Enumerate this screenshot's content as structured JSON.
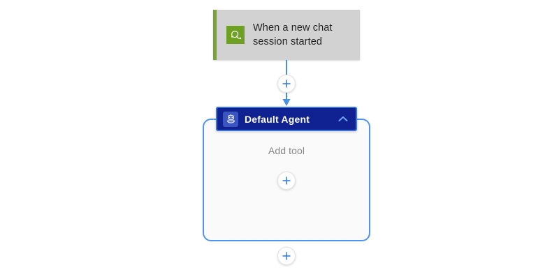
{
  "flow": {
    "trigger": {
      "icon": "chat-bubble-icon",
      "title_line1": "When a new chat",
      "title_line2": "session started",
      "accent_color": "#77a72a",
      "icon_bg": "#6ea022",
      "card_bg": "#d2d2d2",
      "text_color": "#242424"
    },
    "connector": {
      "line_color": "#4a90e2",
      "add_step_label": "+"
    },
    "agent": {
      "icon": "bot-icon",
      "title": "Default Agent",
      "collapse_icon": "chevron-up-icon",
      "header_bg": "#102291",
      "header_border": "#3a74d8",
      "icon_bg": "#3a54c0",
      "title_color": "#ffffff",
      "container_border": "#4f94f0",
      "container_bg": "#fafafa",
      "add_tool_label": "Add tool",
      "add_tool_color": "#888888",
      "add_tool_button_label": "+"
    },
    "footer": {
      "add_step_button_label": "+"
    },
    "plus_color": "#3a7fe0"
  }
}
